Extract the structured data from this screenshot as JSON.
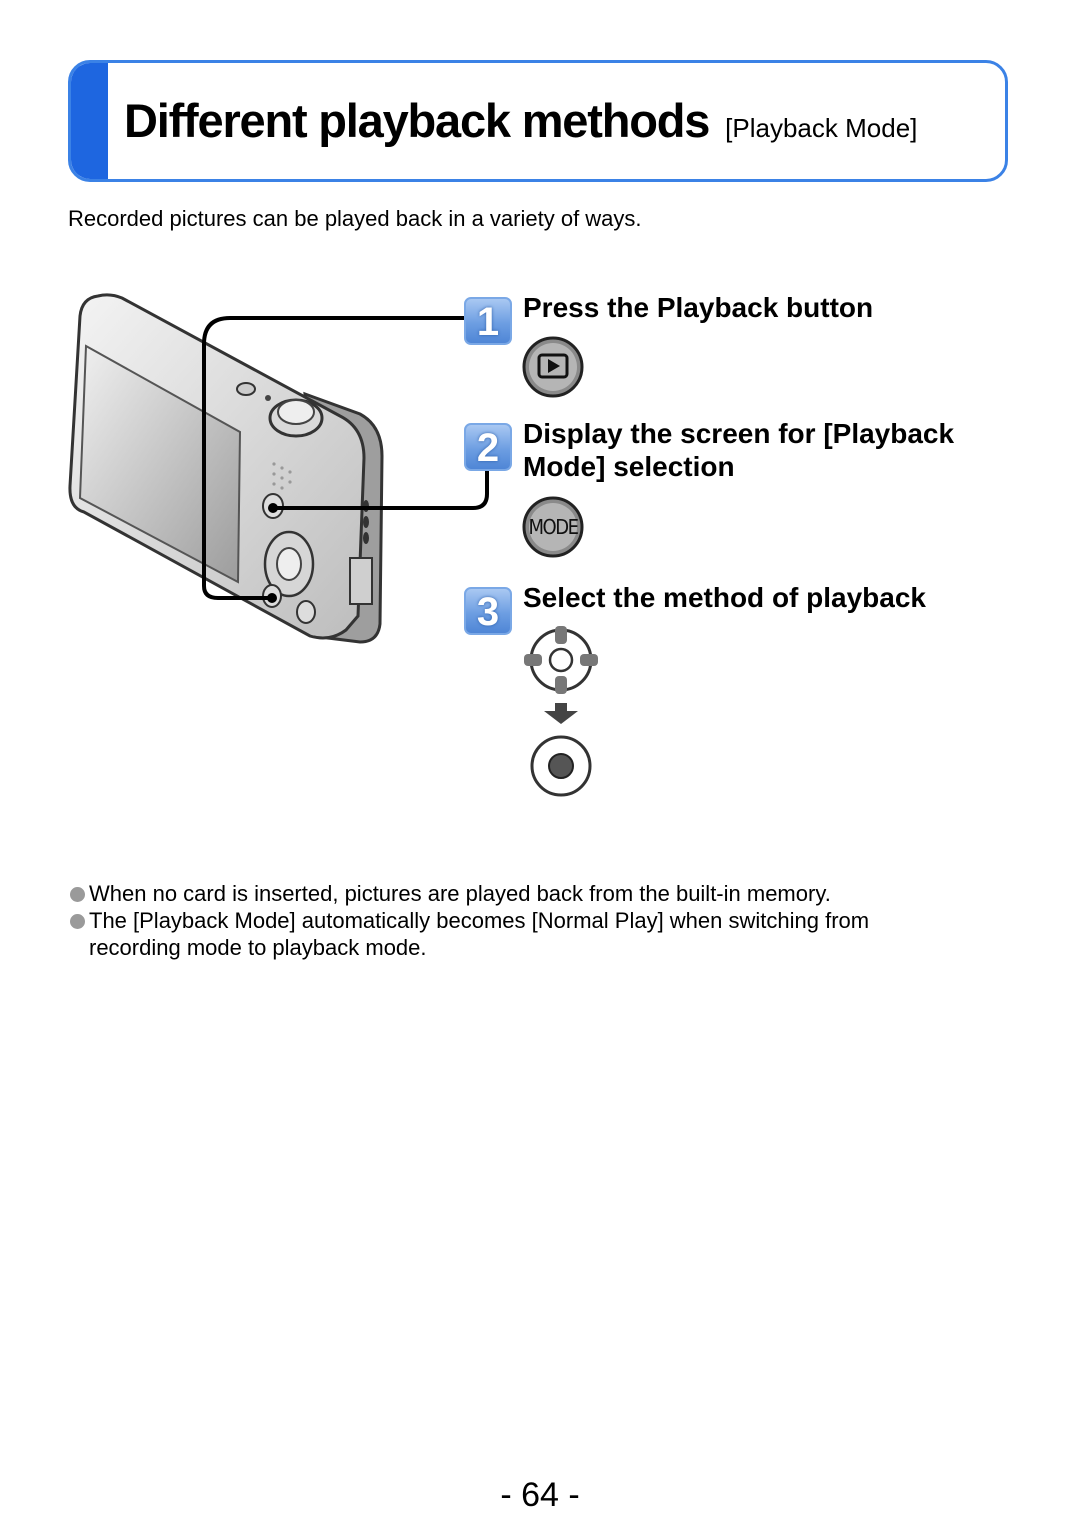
{
  "header": {
    "title": "Different playback methods",
    "subtitle": "[Playback Mode]"
  },
  "intro": "Recorded pictures can be played back in a variety of ways.",
  "steps": [
    {
      "number": "1",
      "title": "Press the Playback button",
      "icon": "playback-button-icon"
    },
    {
      "number": "2",
      "title_line1": "Display the screen for [Playback",
      "title_line2": "Mode] selection",
      "icon": "mode-button-icon",
      "button_label": "MODE"
    },
    {
      "number": "3",
      "title": "Select the method of playback",
      "icons": [
        "cursor-pad-icon",
        "down-arrow-icon",
        "menu-set-button-icon"
      ]
    }
  ],
  "notes": [
    {
      "line1": "When no card is inserted, pictures are played back from the built-in memory."
    },
    {
      "line1": "The [Playback Mode] automatically becomes [Normal Play] when switching from",
      "line2": "recording mode to playback mode."
    }
  ],
  "page_number": "- 64 -",
  "colors": {
    "accent": "#1e66e0",
    "frame": "#3b82e6",
    "badge": "#6d9ee2"
  }
}
